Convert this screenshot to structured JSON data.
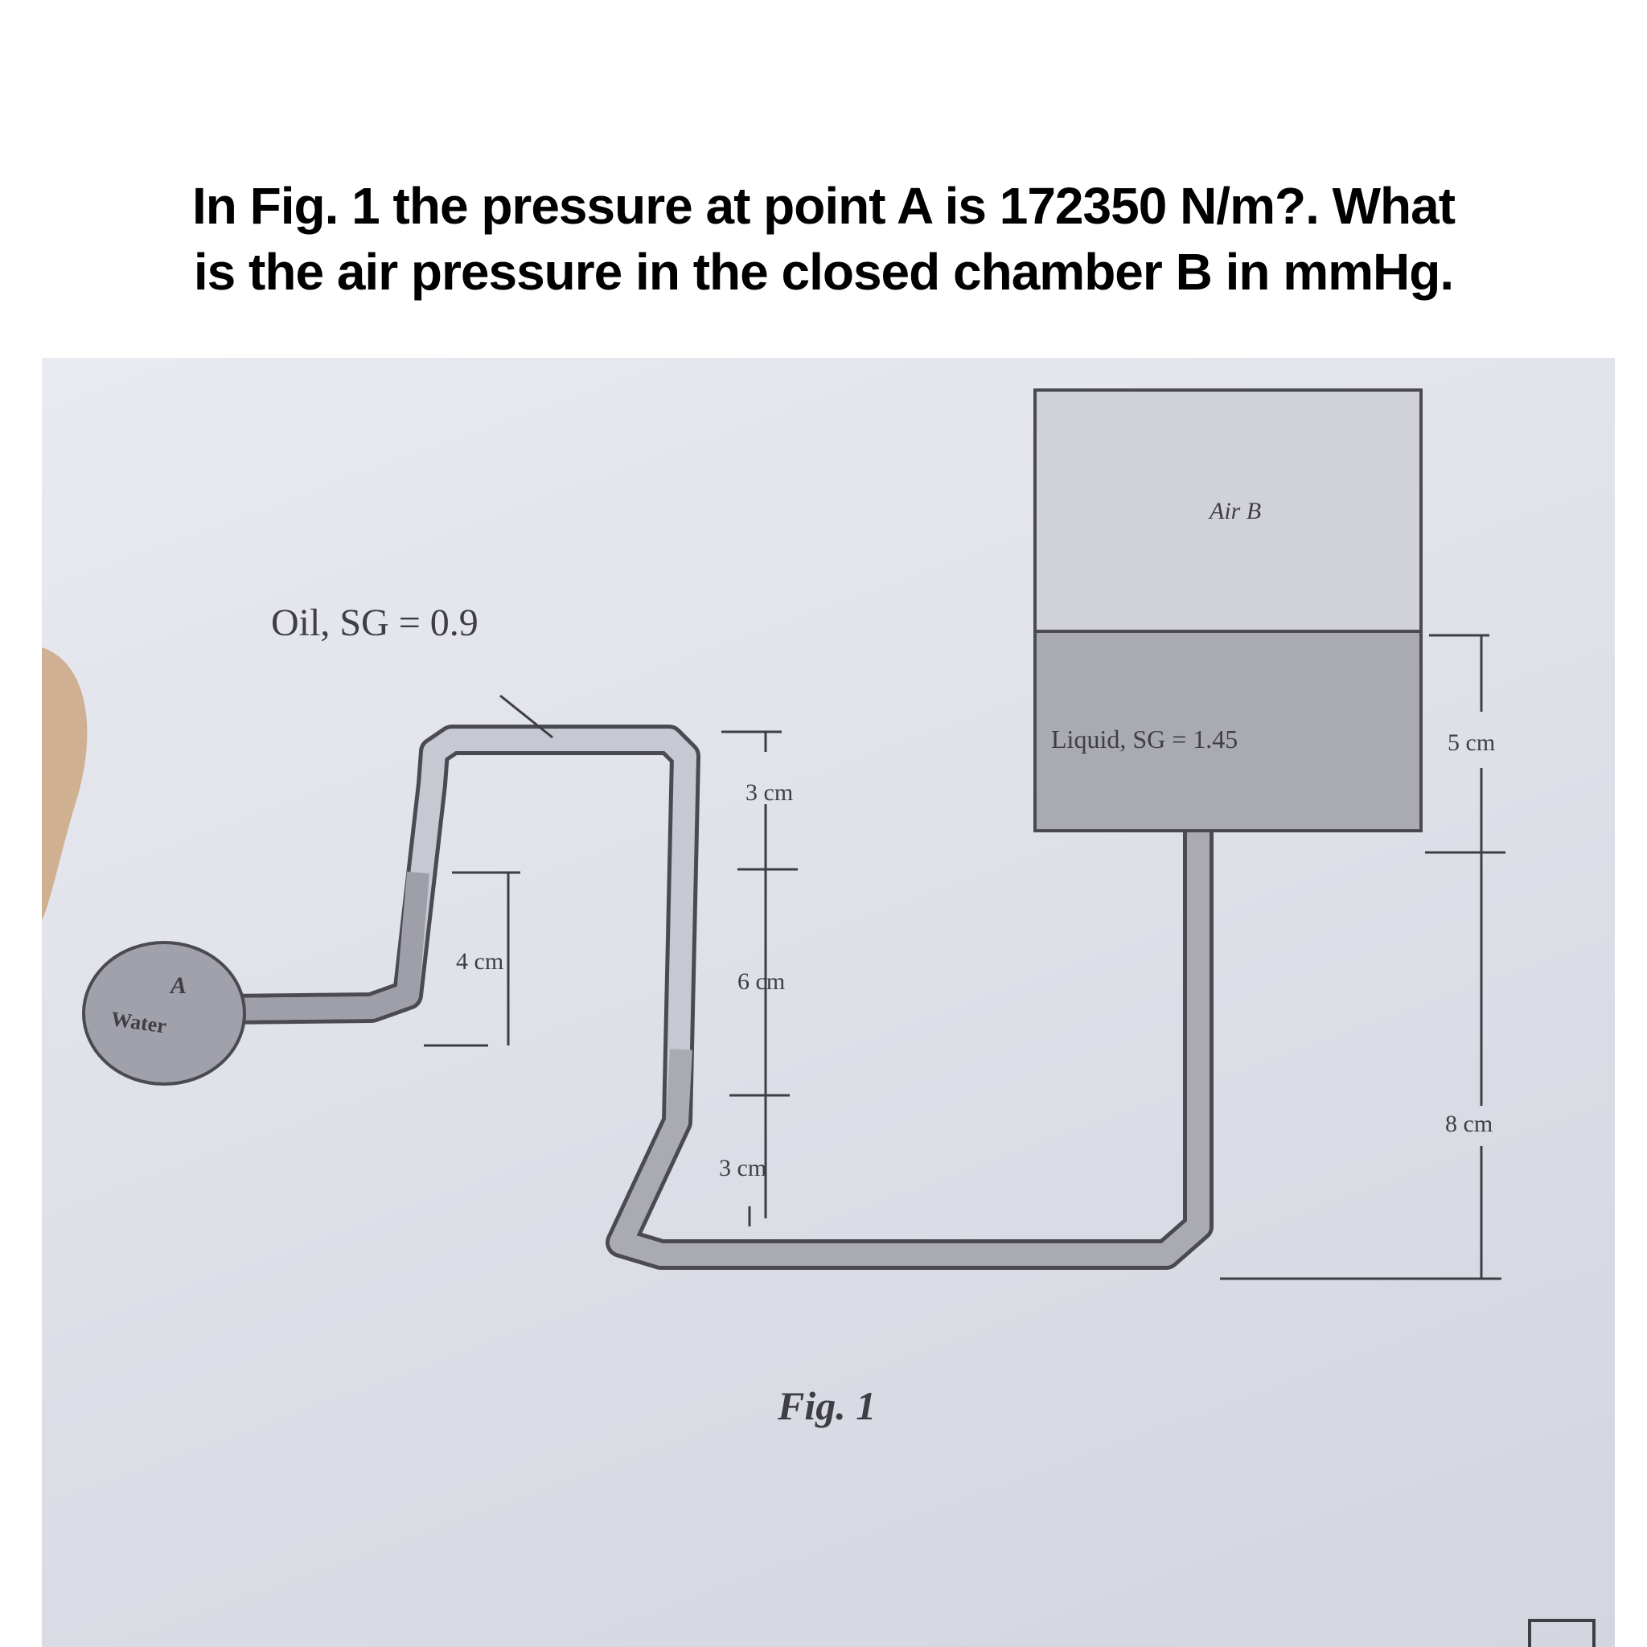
{
  "question": {
    "line1": "In Fig. 1 the pressure at point A is 172350 N/m?. What",
    "line2": "is the air pressure in the closed chamber B in mmHg."
  },
  "figure": {
    "oil_label": "Oil, SG = 0.9",
    "water_label": "Water",
    "point_a_label": "A",
    "air_label": "Air B",
    "liquid_label": "Liquid, SG = 1.45",
    "dim_4cm": "4 cm",
    "dim_3cm_top": "3 cm",
    "dim_6cm": "6 cm",
    "dim_3cm_bottom": "3 cm",
    "dim_5cm": "5 cm",
    "dim_8cm": "8 cm",
    "caption": "Fig. 1"
  },
  "colors": {
    "tube_outline": "#4a4a50",
    "tube_fill": "#c6c8d2",
    "liquid_fill": "#a9aab2",
    "air_fill": "#cfd0d8",
    "bulb_fill": "#a0a1aa"
  }
}
